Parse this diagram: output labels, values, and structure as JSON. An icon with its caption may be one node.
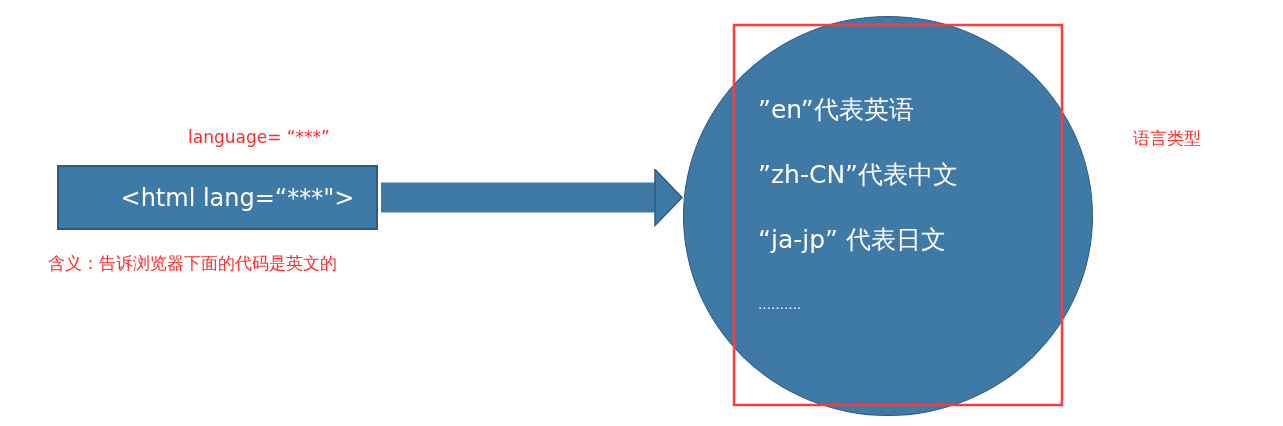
{
  "diagram": {
    "nodes": [
      {
        "text": [
          "<html lang=“***\">"
        ],
        "beside": [
          "language=  “***”",
          "含义：告诉浏览器下面的代码是英文的"
        ]
      },
      {
        "text": [
          "”en”代表英语",
          "”zh-CN”代表中文",
          "“ja-jp”  代表日文",
          "………."
        ]
      }
    ],
    "edges": [
      {
        "from": 0,
        "to": 1,
        "arrow": "to"
      }
    ],
    "labels": [
      "语言类型"
    ]
  }
}
